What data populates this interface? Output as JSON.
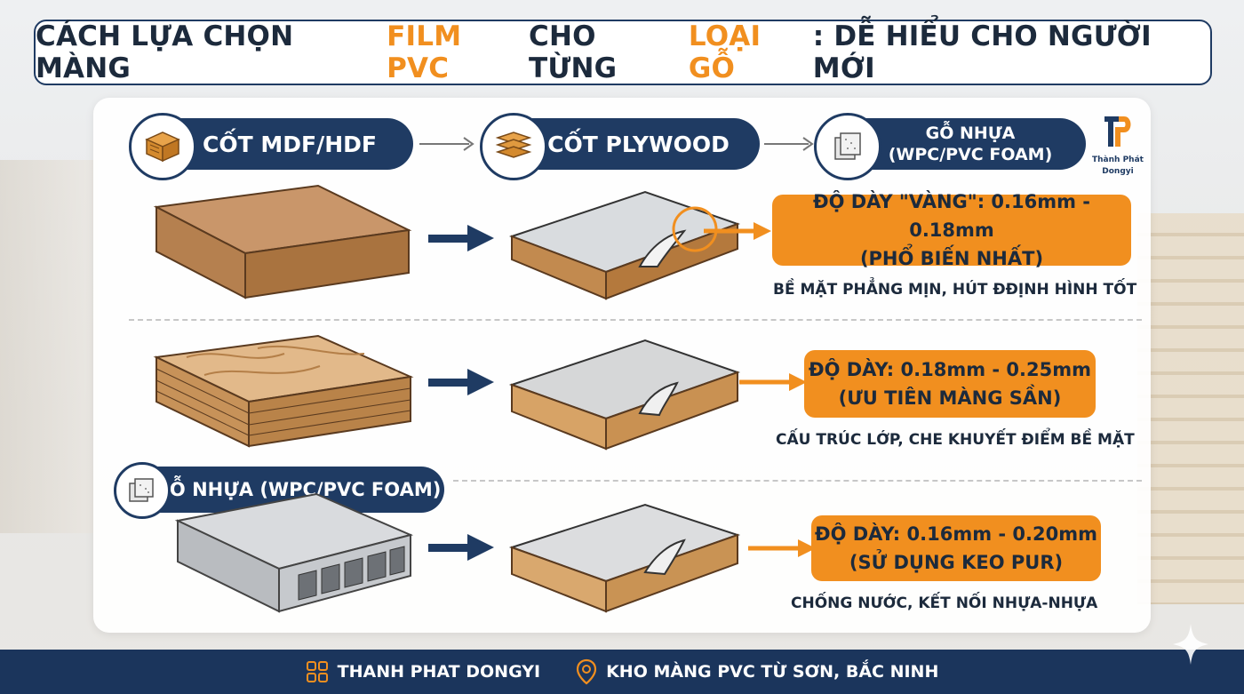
{
  "title": {
    "part1": "CÁCH LỰA CHỌN MÀNG ",
    "highlight1": "FILM PVC",
    "part2": " CHO TỪNG ",
    "highlight2": "LOẠI GỖ",
    "part3": ": DỄ HIỂU CHO NGƯỜI MỚI"
  },
  "headers": {
    "mdf": "CỐT MDF/HDF",
    "plywood": "CỐT PLYWOOD",
    "wpc_line1": "GỖ NHỰA",
    "wpc_line2": "(WPC/PVC FOAM)",
    "wpc_row": "GỖ NHỰA (WPC/PVC FOAM)"
  },
  "logo": {
    "line1": "Thành Phát",
    "line2": "Dongyi"
  },
  "rows": [
    {
      "info_line1": "ĐỘ DÀY \"VÀNG\": 0.16mm - 0.18mm",
      "info_line2": "(PHỔ BIẾN NHẤT)",
      "note": "BỀ MẶT PHẲNG MỊN, HÚT ĐĐỊNH HÌNH TỐT"
    },
    {
      "info_line1": "ĐỘ DÀY: 0.18mm - 0.25mm",
      "info_line2": "(ƯU TIÊN MÀNG SẦN)",
      "note": "CẤU TRÚC LỚP, CHE KHUYẾT ĐIỂM BỀ MẶT"
    },
    {
      "info_line1": "ĐỘ DÀY: 0.16mm - 0.20mm",
      "info_line2": "(SỬ DỤNG KEO PUR)",
      "note": "CHỐNG NƯỚC, KẾT NỐI NHỰA-NHỰA"
    }
  ],
  "footer": {
    "brand": "THANH PHAT DONGYI",
    "location": "KHO MÀNG PVC TỪ SƠN, BẮC NINH"
  },
  "colors": {
    "navy": "#1f3b63",
    "orange": "#f18f1f",
    "footer": "#1b355c"
  },
  "icons": [
    "mdf-block-icon",
    "plywood-layers-icon",
    "wpc-foam-icon",
    "grid-apps-icon",
    "location-pin-icon",
    "sparkle-icon"
  ]
}
